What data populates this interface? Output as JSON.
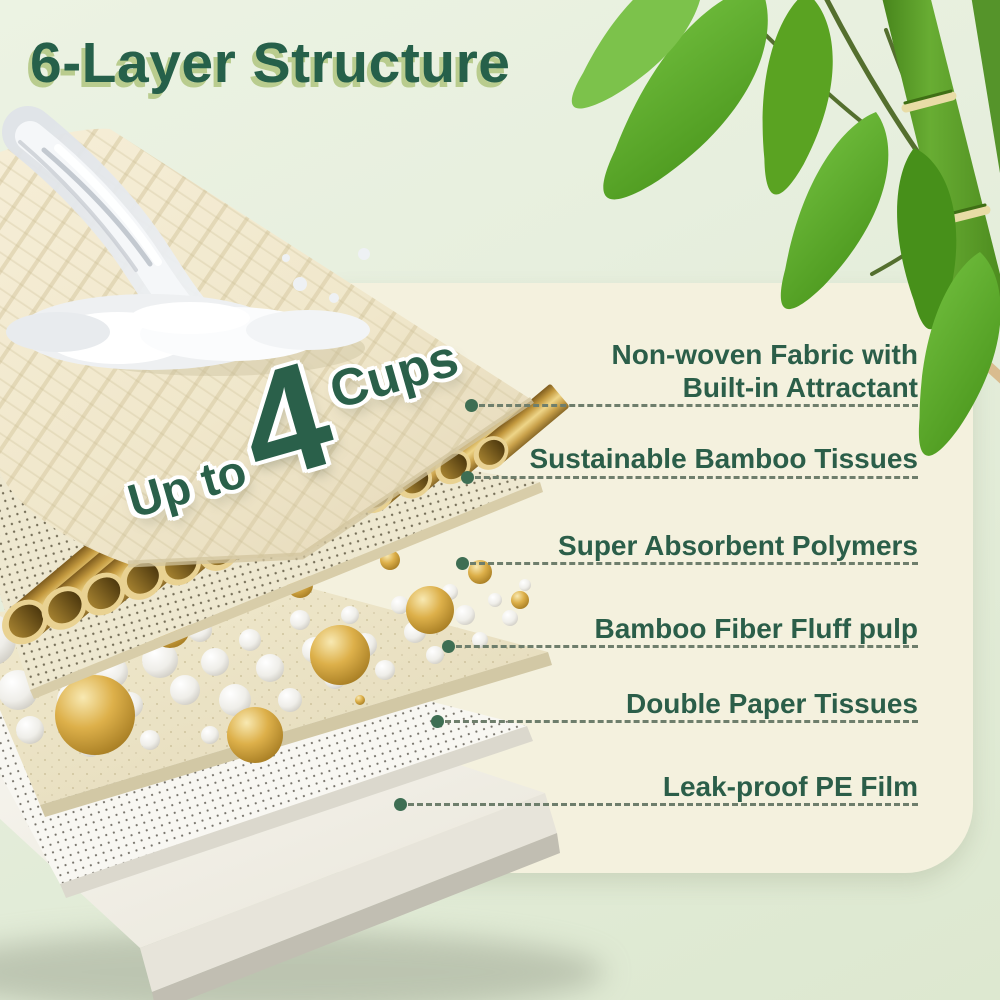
{
  "title": "6-Layer Structure",
  "capacity_callout": {
    "prefix": "Up to",
    "value": "4",
    "unit": "Cups"
  },
  "layers": [
    {
      "label": "Non-woven Fabric with\nBuilt-in Attractant"
    },
    {
      "label": "Sustainable Bamboo Tissues"
    },
    {
      "label": "Super Absorbent Polymers"
    },
    {
      "label": "Bamboo Fiber Fluff pulp"
    },
    {
      "label": "Double Paper Tissues"
    },
    {
      "label": "Leak-proof PE Film"
    }
  ],
  "decorations": {
    "water": "water-splash",
    "plant": "bamboo-plant",
    "tubes": "bamboo-tubes",
    "beads": "absorbent-beads"
  },
  "colors": {
    "title_green": "#26604a",
    "title_shadow": "#b9cc8e",
    "label_green": "#2b5e49",
    "leader_line": "#6e7e6c",
    "leader_dot": "#3e6e53",
    "panel_ivory": "#f4f1de",
    "background_green": "#e6efdd",
    "bamboo_gold": "#cda24c",
    "leaf_green": "#5fa526"
  }
}
